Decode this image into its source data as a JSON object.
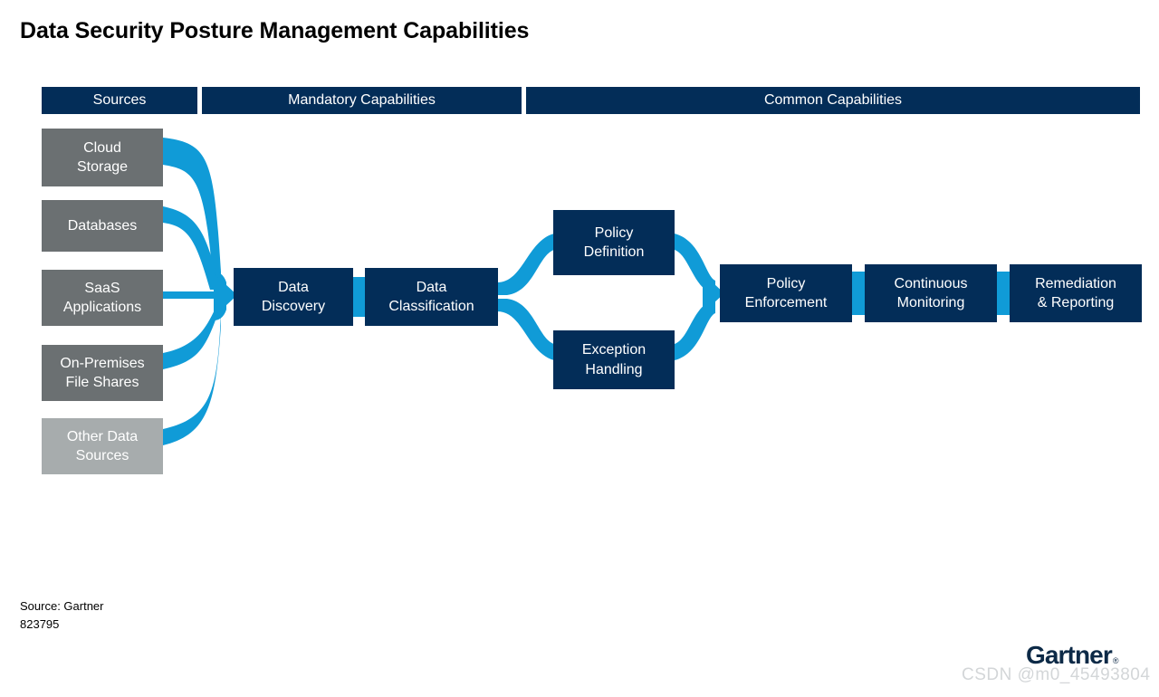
{
  "title": "Data Security Posture Management Capabilities",
  "bands": [
    {
      "id": "sources",
      "label": "Sources"
    },
    {
      "id": "mandatory",
      "label": "Mandatory Capabilities"
    },
    {
      "id": "common",
      "label": "Common Capabilities"
    }
  ],
  "sources": [
    {
      "id": "cloud-storage",
      "line1": "Cloud",
      "line2": "Storage"
    },
    {
      "id": "databases",
      "line1": "Databases",
      "line2": ""
    },
    {
      "id": "saas",
      "line1": "SaaS",
      "line2": "Applications"
    },
    {
      "id": "onprem",
      "line1": "On-Premises",
      "line2": "File Shares"
    },
    {
      "id": "other",
      "line1": "Other Data",
      "line2": "Sources"
    }
  ],
  "mandatory_capabilities": [
    {
      "id": "data-discovery",
      "line1": "Data",
      "line2": "Discovery"
    },
    {
      "id": "data-classification",
      "line1": "Data",
      "line2": "Classification"
    }
  ],
  "common_capabilities": [
    {
      "id": "policy-definition",
      "line1": "Policy",
      "line2": "Definition"
    },
    {
      "id": "exception-handling",
      "line1": "Exception",
      "line2": "Handling"
    },
    {
      "id": "policy-enforcement",
      "line1": "Policy",
      "line2": "Enforcement"
    },
    {
      "id": "continuous-monitoring",
      "line1": "Continuous",
      "line2": "Monitoring"
    },
    {
      "id": "remediation-reporting",
      "line1": "Remediation",
      "line2": "& Reporting"
    }
  ],
  "footer": {
    "source": "Source: Gartner",
    "doc_id": "823795"
  },
  "watermark": "CSDN @m0_45493804",
  "logo": {
    "text": "Gartner",
    "registered": "®"
  },
  "colors": {
    "navy": "#032d58",
    "accent_blue": "#109bd7",
    "source_gray": "#6b7072",
    "source_gray_light": "#a7acad",
    "text_white": "#ffffff",
    "page_background": "#ffffff",
    "logo_navy": "#0d2a47",
    "watermark_gray": "#d3d6d8"
  }
}
